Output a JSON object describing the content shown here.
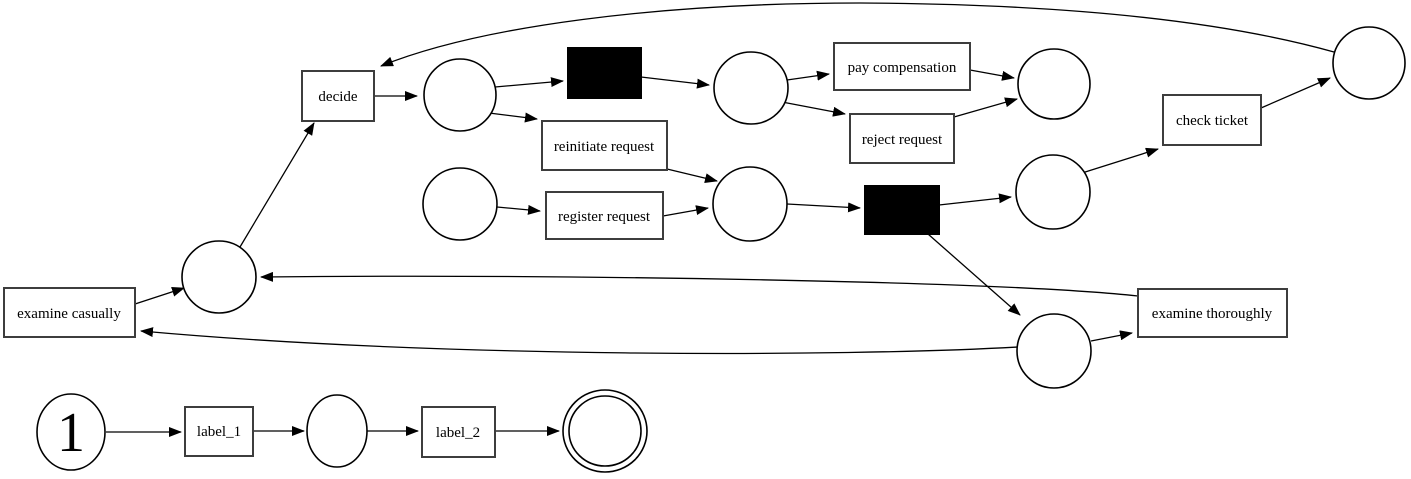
{
  "diagram": {
    "type": "petri-net-process-model",
    "background": "#ffffff",
    "stroke_color": "#000000",
    "node_fill": "#ffffff",
    "silent_transition_fill": "#000000",
    "transitions": {
      "decide": "decide",
      "pay_compensation": "pay compensation",
      "reject_request": "reject request",
      "reinitiate_request": "reinitiate request",
      "register_request": "register request",
      "check_ticket": "check ticket",
      "examine_casually": "examine casually",
      "examine_thoroughly": "examine thoroughly",
      "label_1": "label_1",
      "label_2": "label_2"
    },
    "silent_transitions": [
      "tau-1",
      "tau-2"
    ],
    "places": [
      "place-after-decide",
      "place-before-pay-reject",
      "place-after-pay-reject",
      "place-before-check-ticket",
      "place-after-check-ticket",
      "place-before-tau2",
      "place-before-examine",
      "place-before-decide",
      "place-start-register",
      "place-source",
      "place-mid",
      "place-end"
    ],
    "initial_marking": {
      "source_tokens": "1"
    },
    "edges": [
      [
        "place-after-check-ticket",
        "decide"
      ],
      [
        "place-before-decide",
        "decide"
      ],
      [
        "decide",
        "place-after-decide"
      ],
      [
        "place-after-decide",
        "tau-1"
      ],
      [
        "place-after-decide",
        "reinitiate request"
      ],
      [
        "tau-1",
        "place-before-pay-reject"
      ],
      [
        "place-before-pay-reject",
        "pay compensation"
      ],
      [
        "place-before-pay-reject",
        "reject request"
      ],
      [
        "pay compensation",
        "place-after-pay-reject"
      ],
      [
        "reject request",
        "place-after-pay-reject"
      ],
      [
        "place-start-register",
        "register request"
      ],
      [
        "register request",
        "place-before-tau2"
      ],
      [
        "reinitiate request",
        "place-before-tau2"
      ],
      [
        "place-before-tau2",
        "tau-2"
      ],
      [
        "tau-2",
        "place-before-check-ticket"
      ],
      [
        "tau-2",
        "place-before-examine"
      ],
      [
        "place-before-check-ticket",
        "check ticket"
      ],
      [
        "check ticket",
        "place-after-check-ticket"
      ],
      [
        "place-before-examine",
        "examine thoroughly"
      ],
      [
        "place-before-examine",
        "examine casually"
      ],
      [
        "examine thoroughly",
        "place-before-decide"
      ],
      [
        "examine casually",
        "place-before-decide"
      ],
      [
        "place-source",
        "label_1"
      ],
      [
        "label_1",
        "place-mid"
      ],
      [
        "place-mid",
        "label_2"
      ],
      [
        "label_2",
        "place-end"
      ]
    ]
  }
}
